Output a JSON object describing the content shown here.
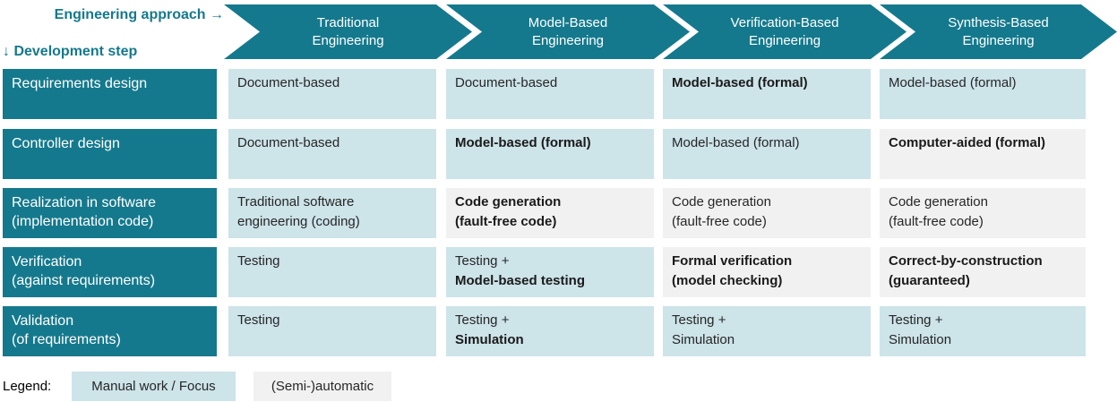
{
  "colors": {
    "teal": "#15798D",
    "focus_blue": "#CDE4E9",
    "auto_gray": "#F1F1F1"
  },
  "corner": {
    "approach_axis_label": "Engineering approach →",
    "step_axis_label": "↓ Development step"
  },
  "approaches": [
    {
      "lines": [
        "Traditional",
        "Engineering"
      ]
    },
    {
      "lines": [
        "Model-Based",
        "Engineering"
      ]
    },
    {
      "lines": [
        "Verification-Based",
        "Engineering"
      ]
    },
    {
      "lines": [
        "Synthesis-Based",
        "Engineering"
      ]
    }
  ],
  "matrix": {
    "rows": [
      {
        "step_lines": [
          "Requirements design"
        ],
        "cells": [
          {
            "bg": "focus",
            "lines": [
              {
                "text": "Document-based",
                "bold": false
              }
            ]
          },
          {
            "bg": "focus",
            "lines": [
              {
                "text": "Document-based",
                "bold": false
              }
            ]
          },
          {
            "bg": "focus",
            "lines": [
              {
                "text": "Model-based (formal)",
                "bold": true
              }
            ]
          },
          {
            "bg": "focus",
            "lines": [
              {
                "text": "Model-based (formal)",
                "bold": false
              }
            ]
          }
        ]
      },
      {
        "step_lines": [
          "Controller design"
        ],
        "cells": [
          {
            "bg": "focus",
            "lines": [
              {
                "text": "Document-based",
                "bold": false
              }
            ]
          },
          {
            "bg": "focus",
            "lines": [
              {
                "text": "Model-based (formal)",
                "bold": true
              }
            ]
          },
          {
            "bg": "focus",
            "lines": [
              {
                "text": "Model-based (formal)",
                "bold": false
              }
            ]
          },
          {
            "bg": "auto",
            "lines": [
              {
                "text": "Computer-aided (formal)",
                "bold": true
              }
            ]
          }
        ]
      },
      {
        "step_lines": [
          "Realization in software",
          "(implementation code)"
        ],
        "cells": [
          {
            "bg": "focus",
            "lines": [
              {
                "text": "Traditional software",
                "bold": false
              },
              {
                "text": "engineering (coding)",
                "bold": false
              }
            ]
          },
          {
            "bg": "auto",
            "lines": [
              {
                "text": "Code generation",
                "bold": true
              },
              {
                "text": "(fault-free code)",
                "bold": true
              }
            ]
          },
          {
            "bg": "auto",
            "lines": [
              {
                "text": "Code generation",
                "bold": false
              },
              {
                "text": "(fault-free code)",
                "bold": false
              }
            ]
          },
          {
            "bg": "auto",
            "lines": [
              {
                "text": "Code generation",
                "bold": false
              },
              {
                "text": "(fault-free code)",
                "bold": false
              }
            ]
          }
        ]
      },
      {
        "step_lines": [
          "Verification",
          "(against requirements)"
        ],
        "cells": [
          {
            "bg": "focus",
            "lines": [
              {
                "text": "Testing",
                "bold": false
              }
            ]
          },
          {
            "bg": "focus",
            "lines": [
              {
                "text": "Testing +",
                "bold": false
              },
              {
                "text": "Model-based testing",
                "bold": true
              }
            ]
          },
          {
            "bg": "auto",
            "lines": [
              {
                "text": "Formal verification",
                "bold": true
              },
              {
                "text": "(model checking)",
                "bold": true
              }
            ]
          },
          {
            "bg": "auto",
            "lines": [
              {
                "text": "Correct-by-construction",
                "bold": true
              },
              {
                "text": "(guaranteed)",
                "bold": true
              }
            ]
          }
        ]
      },
      {
        "step_lines": [
          "Validation",
          "(of requirements)"
        ],
        "cells": [
          {
            "bg": "focus",
            "lines": [
              {
                "text": "Testing",
                "bold": false
              }
            ]
          },
          {
            "bg": "focus",
            "lines": [
              {
                "text": "Testing +",
                "bold": false
              },
              {
                "text": "Simulation",
                "bold": true
              }
            ]
          },
          {
            "bg": "focus",
            "lines": [
              {
                "text": "Testing +",
                "bold": false
              },
              {
                "text": "Simulation",
                "bold": false
              }
            ]
          },
          {
            "bg": "focus",
            "lines": [
              {
                "text": "Testing +",
                "bold": false
              },
              {
                "text": "Simulation",
                "bold": false
              }
            ]
          }
        ]
      }
    ]
  },
  "legend": {
    "label": "Legend:",
    "items": [
      {
        "label": "Manual work / Focus",
        "bg": "focus"
      },
      {
        "label": "(Semi-)automatic",
        "bg": "auto"
      }
    ]
  }
}
